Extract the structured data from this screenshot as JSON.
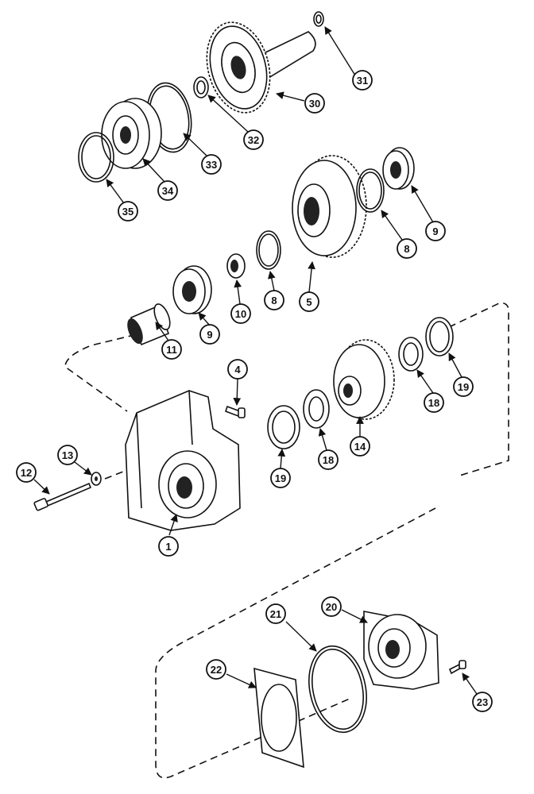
{
  "callouts": {
    "c1": "1",
    "c4": "4",
    "c5": "5",
    "c8a": "8",
    "c8b": "8",
    "c9a": "9",
    "c9b": "9",
    "c10": "10",
    "c11": "11",
    "c12": "12",
    "c13": "13",
    "c14": "14",
    "c18a": "18",
    "c18b": "18",
    "c19a": "19",
    "c19b": "19",
    "c20": "20",
    "c21": "21",
    "c22": "22",
    "c23": "23",
    "c30": "30",
    "c31": "31",
    "c32": "32",
    "c33": "33",
    "c34": "34",
    "c35": "35"
  }
}
